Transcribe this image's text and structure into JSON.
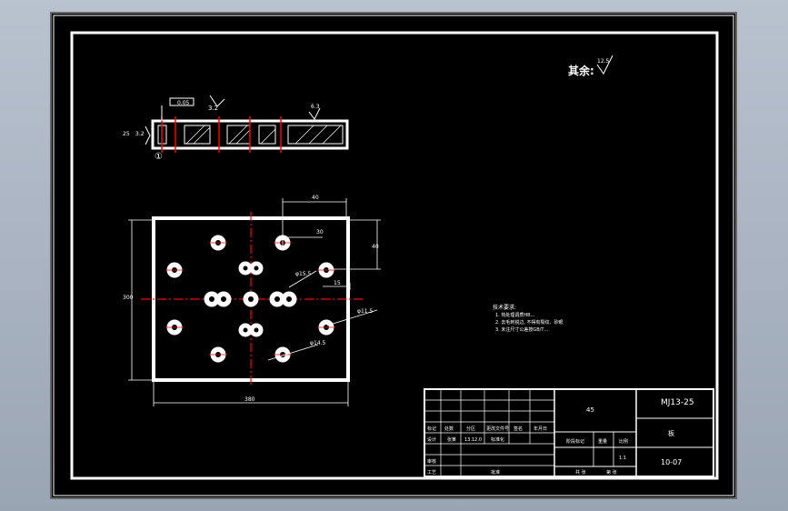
{
  "colors": {
    "background": "#000000",
    "line": "#ffffff",
    "centerline": "#ff0000",
    "app_bg": "#a7b0bd"
  },
  "annotations": {
    "others_label": "其余:",
    "others_roughness": "12.5",
    "section_roughness": "3.2",
    "section_left_dim": "3.2",
    "section_tolerance": "0.05",
    "section_left_height": "25",
    "datum": "①",
    "top_roughness": "6.3"
  },
  "dimensions": {
    "top_offset": "40",
    "hole_offset": "30",
    "right_height": "40",
    "left_height": "300",
    "bottom_width": "380",
    "small_dim": "15",
    "hole_dia_1": "φ15.5",
    "hole_dia_2": "φ11.5",
    "hole_dia_3": "φ14.5"
  },
  "notes": {
    "title": "技术要求:",
    "lines": [
      "1. 热处理调质HB…",
      "2. 去毛刺锐边, 不得有裂纹、砂眼",
      "3. 未注尺寸公差按GB/T…"
    ]
  },
  "title_block": {
    "part_name": "板",
    "drawing_number": "MJ13-25",
    "material": "45",
    "sheet_code": "10-07",
    "scale": "1:1",
    "headers": [
      "标记",
      "处数",
      "分区",
      "更改文件号",
      "签名",
      "年月日"
    ],
    "design_row": [
      "设计",
      "张某",
      "13.12.0",
      "标准化"
    ],
    "labels": [
      "审核",
      "工艺",
      "批准",
      "阶段标记",
      "重量",
      "比例"
    ],
    "footer": [
      "共 张",
      "第 张"
    ]
  }
}
